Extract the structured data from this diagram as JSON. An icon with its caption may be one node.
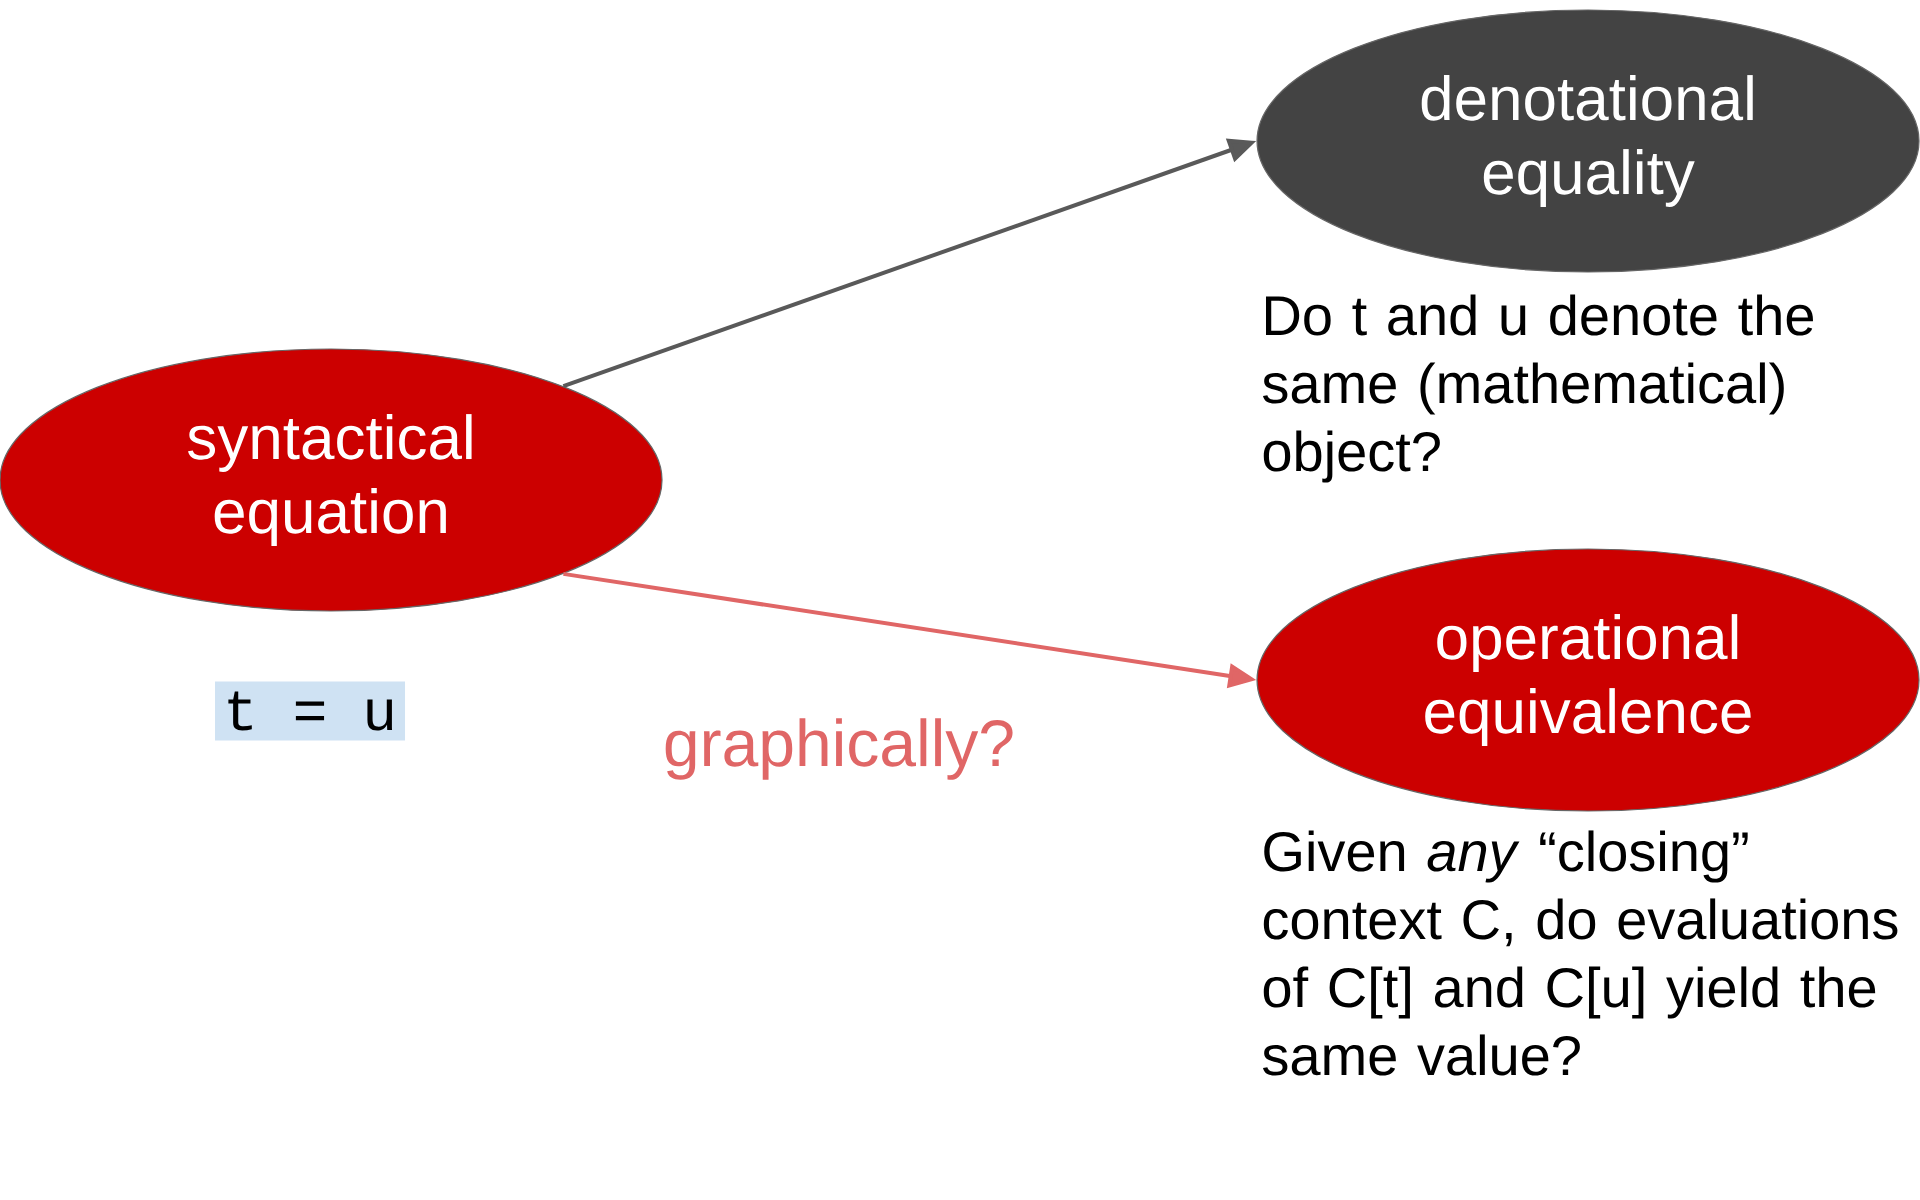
{
  "diagram": {
    "nodes": [
      {
        "text": [
          "syntactical equation"
        ],
        "beside": [
          "t = u"
        ]
      },
      {
        "text": [
          "denotational equality"
        ],
        "beside": [
          "Do t and u denote the same (mathematical) object?"
        ]
      },
      {
        "text": [
          "operational equivalence"
        ],
        "beside": [
          "Given *any* “closing” context C, do evaluations of C[t] and C[u] yield the same value?"
        ]
      }
    ],
    "edges": [
      {
        "from": 0,
        "to": 1,
        "arrow": "to",
        "color": "#595959"
      },
      {
        "from": 0,
        "to": 2,
        "arrow": "to",
        "label": "graphically?",
        "color": "#e06666"
      }
    ]
  }
}
